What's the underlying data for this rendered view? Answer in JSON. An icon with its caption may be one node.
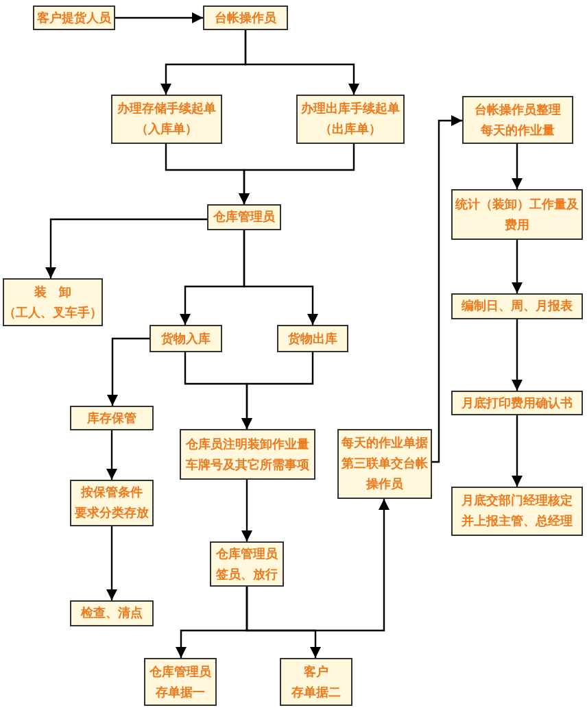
{
  "diagram": {
    "nodes": [
      {
        "text": [
          "客户提货人员"
        ]
      },
      {
        "text": [
          "台帐操作员"
        ]
      },
      {
        "text": [
          "办理存储手续起单（入库单）"
        ]
      },
      {
        "text": [
          "办理出库手续起单（出库单）"
        ]
      },
      {
        "text": [
          "仓库管理员"
        ]
      },
      {
        "text": [
          "装　卸（工人、叉车手）"
        ]
      },
      {
        "text": [
          "货物入库"
        ]
      },
      {
        "text": [
          "货物出库"
        ]
      },
      {
        "text": [
          "库存保管"
        ]
      },
      {
        "text": [
          "按保管条件要求分类存放"
        ]
      },
      {
        "text": [
          "检查、清点"
        ]
      },
      {
        "text": [
          "仓库员注明装卸作业量车牌号及其它所需事项"
        ]
      },
      {
        "text": [
          "仓库管理员签员、放行"
        ]
      },
      {
        "text": [
          "每天的作业单据第三联单交台帐操作员"
        ]
      },
      {
        "text": [
          "仓库管理员存单据一"
        ]
      },
      {
        "text": [
          "客户存单据二"
        ]
      },
      {
        "text": [
          "台帐操作员整理每天的作业量"
        ]
      },
      {
        "text": [
          "统计（装卸）工作量及费用"
        ]
      },
      {
        "text": [
          "编制日、周、月报表"
        ]
      },
      {
        "text": [
          "月底打印费用确认书"
        ]
      },
      {
        "text": [
          "月底交部门经理核定并上报主管、总经理"
        ]
      }
    ],
    "edges": [
      {
        "from": 0,
        "to": 1,
        "arrow": "to"
      },
      {
        "from": 1,
        "to": 2,
        "arrow": "to"
      },
      {
        "from": 1,
        "to": 3,
        "arrow": "to"
      },
      {
        "from": 2,
        "to": 4,
        "arrow": "to"
      },
      {
        "from": 3,
        "to": 4,
        "arrow": "to"
      },
      {
        "from": 4,
        "to": 5,
        "arrow": "to"
      },
      {
        "from": 4,
        "to": 6,
        "arrow": "to"
      },
      {
        "from": 4,
        "to": 7,
        "arrow": "to"
      },
      {
        "from": 6,
        "to": 8,
        "arrow": "to"
      },
      {
        "from": 8,
        "to": 9,
        "arrow": "to"
      },
      {
        "from": 9,
        "to": 10,
        "arrow": "to"
      },
      {
        "from": 6,
        "to": 11,
        "arrow": "to"
      },
      {
        "from": 7,
        "to": 11,
        "arrow": "to"
      },
      {
        "from": 11,
        "to": 12,
        "arrow": "to"
      },
      {
        "from": 12,
        "to": 14,
        "arrow": "to"
      },
      {
        "from": 12,
        "to": 15,
        "arrow": "to"
      },
      {
        "from": 12,
        "to": 13,
        "arrow": "to"
      },
      {
        "from": 13,
        "to": 16,
        "arrow": "to"
      },
      {
        "from": 16,
        "to": 17,
        "arrow": "to"
      },
      {
        "from": 17,
        "to": 18,
        "arrow": "to"
      },
      {
        "from": 18,
        "to": 19,
        "arrow": "to"
      },
      {
        "from": 19,
        "to": 20,
        "arrow": "to"
      }
    ]
  }
}
